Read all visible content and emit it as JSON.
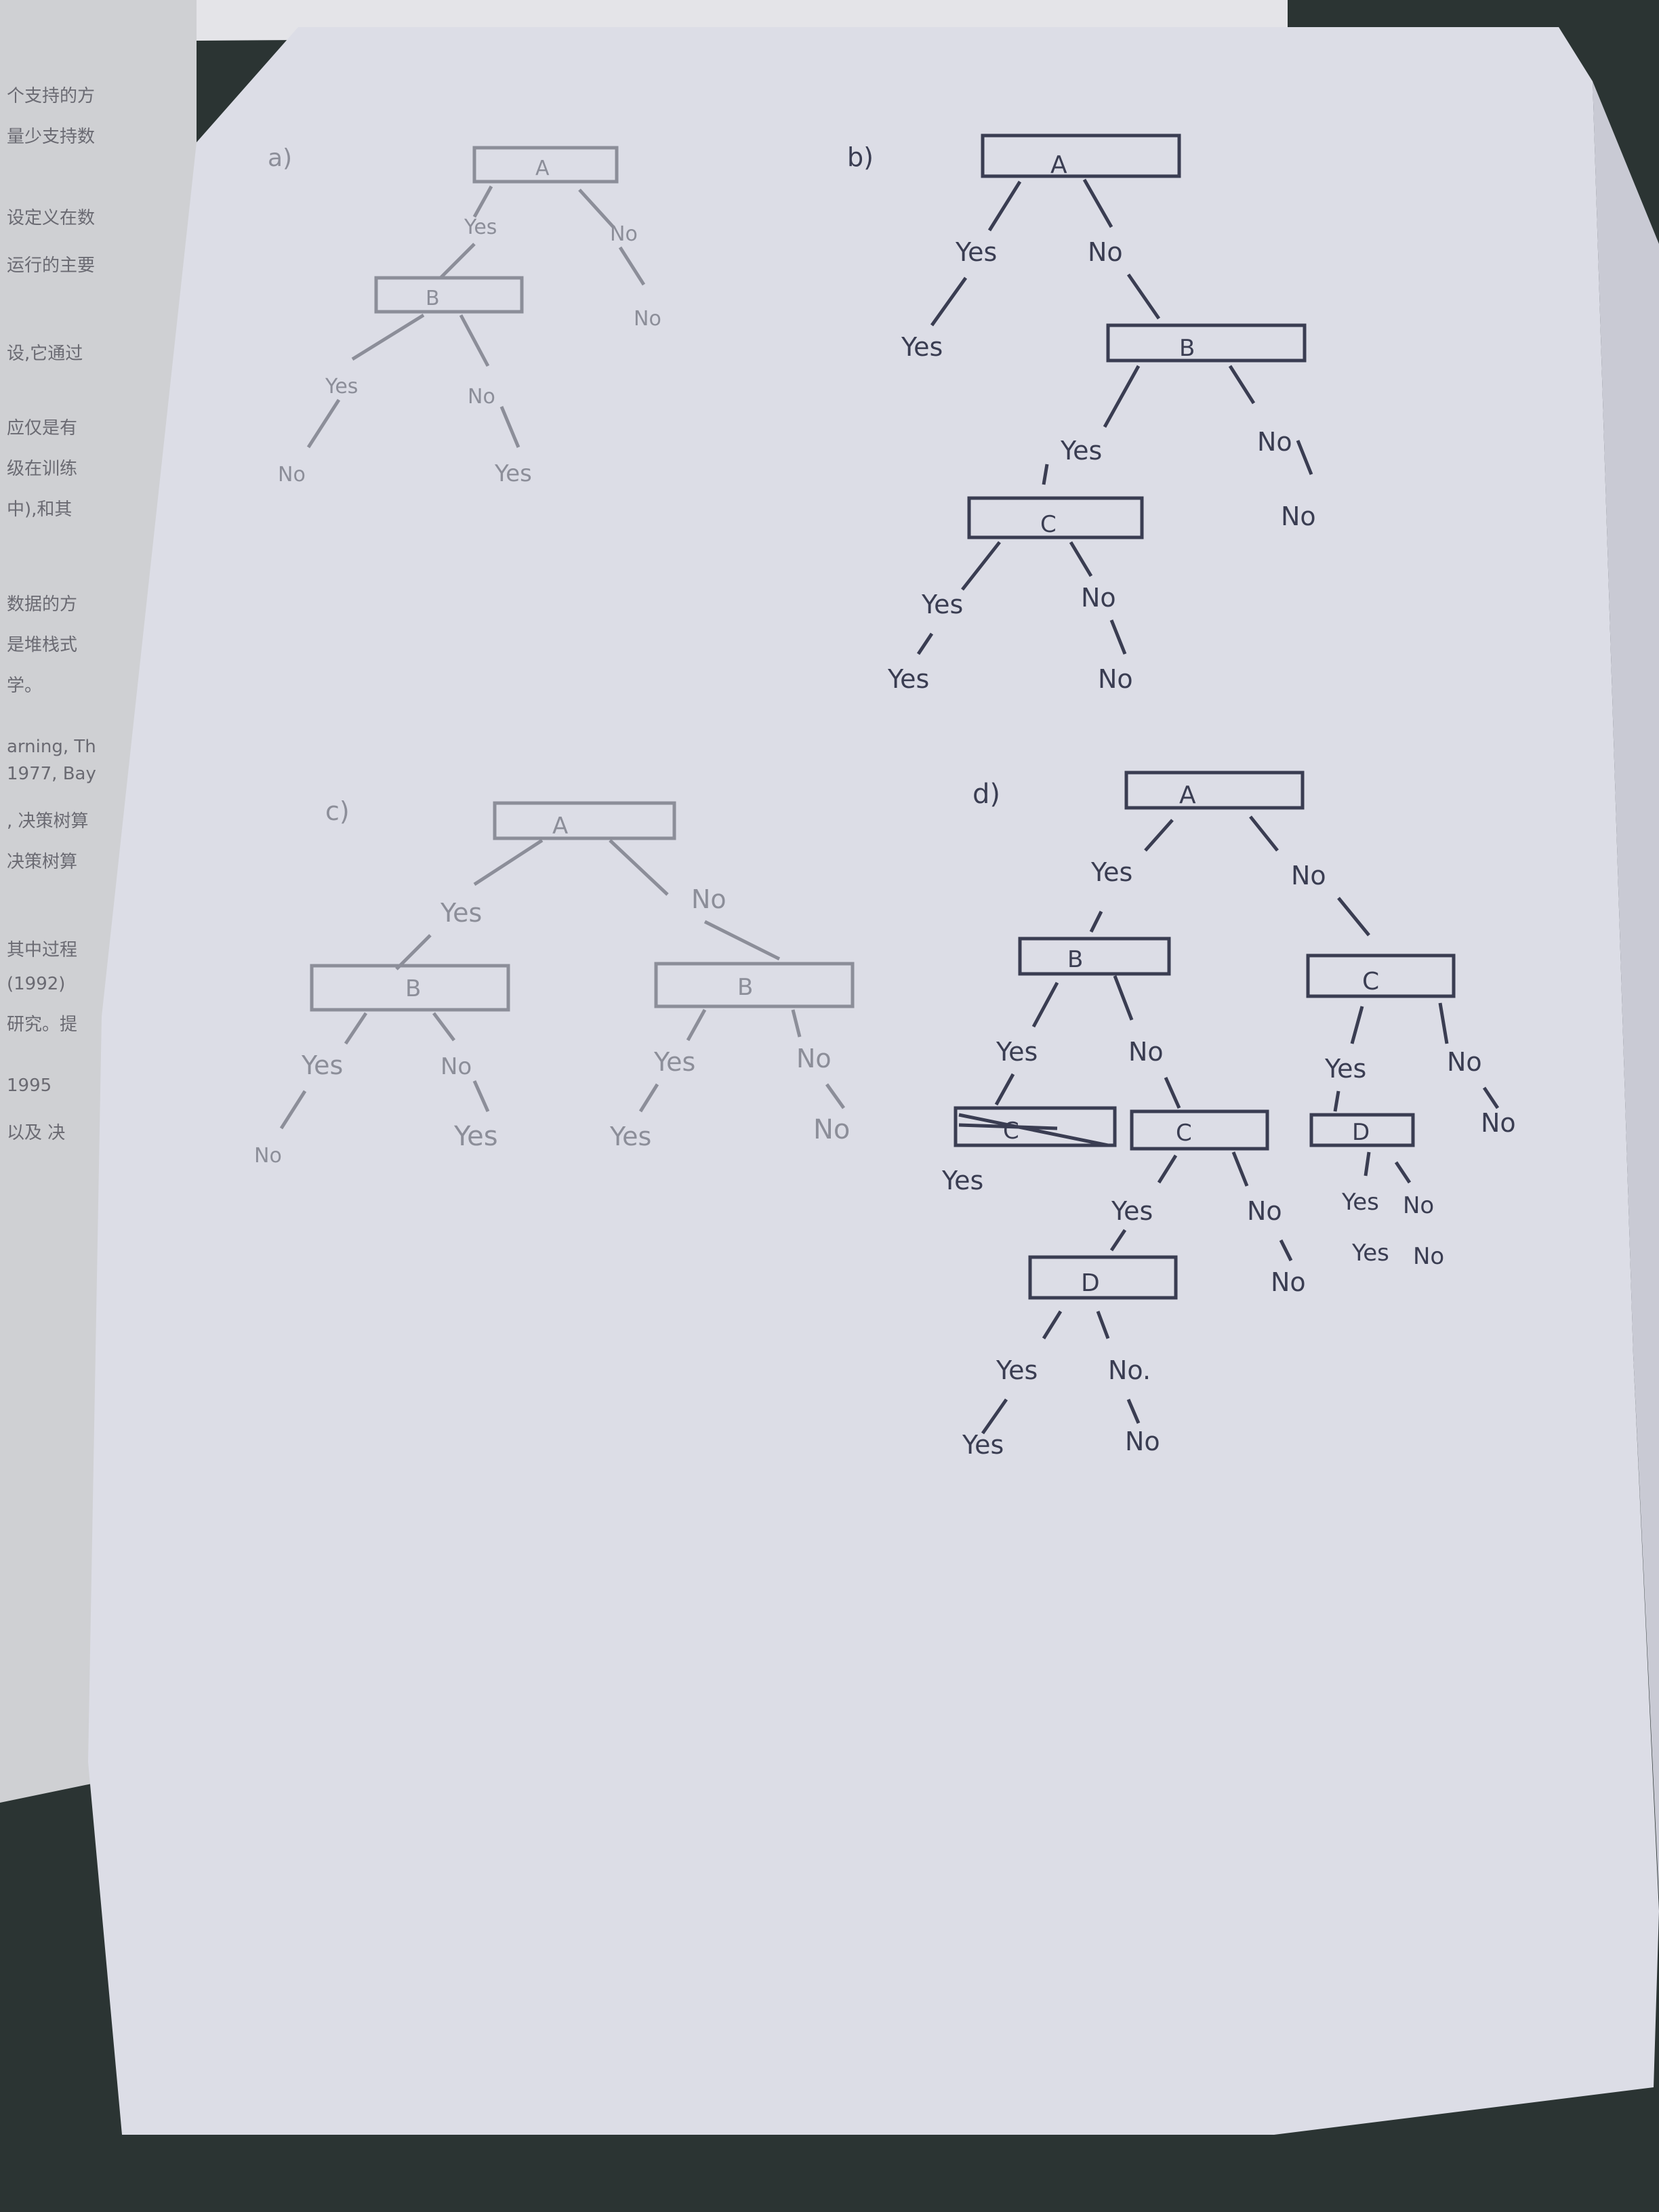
{
  "colors": {
    "background": "#2b3433",
    "paper": "#dcdde6",
    "ink": "#3a3d52",
    "pencil": "#8c8e99",
    "book_page": "#cfd0d3"
  },
  "book_margin_lines": [
    "个支持的方",
    "量少支持数",
    "设定义在数",
    "运行的主要",
    "设,它通过",
    "应仅是有",
    "级在训练",
    "中),和其",
    "数据的方",
    "是堆栈式",
    "学。",
    "arning, Th",
    "1977, Bay",
    ", 决策树算",
    "决策树算",
    "其中过程",
    "(1992)",
    "研究。提",
    "1995",
    "以及 决"
  ],
  "diagram_a": {
    "label": "a)",
    "nodes": [
      "A",
      "B"
    ],
    "branches": [
      "Yes",
      "No",
      "No",
      "Yes",
      "No",
      "No",
      "Yes"
    ]
  },
  "diagram_b": {
    "label": "b)",
    "nodes": [
      "A",
      "B",
      "C"
    ],
    "branches": [
      "Yes",
      "No",
      "Yes",
      "Yes",
      "No",
      "No",
      "Yes",
      "No",
      "Yes",
      "No"
    ]
  },
  "diagram_c": {
    "label": "c)",
    "nodes": [
      "A",
      "B",
      "B"
    ],
    "branches": [
      "Yes",
      "No",
      "Yes",
      "No",
      "No",
      "Yes",
      "Yes",
      "No",
      "Yes",
      "No"
    ]
  },
  "diagram_d": {
    "label": "d)",
    "nodes": [
      "A",
      "B",
      "C",
      "C",
      "C",
      "D",
      "D"
    ],
    "branches": [
      "Yes",
      "No",
      "Yes",
      "No",
      "Yes",
      "Yes",
      "No",
      "No",
      "Yes",
      "No",
      "No",
      "Yes",
      "No",
      "Yes",
      "No",
      "Yes",
      "No.",
      "Yes",
      "No"
    ]
  }
}
